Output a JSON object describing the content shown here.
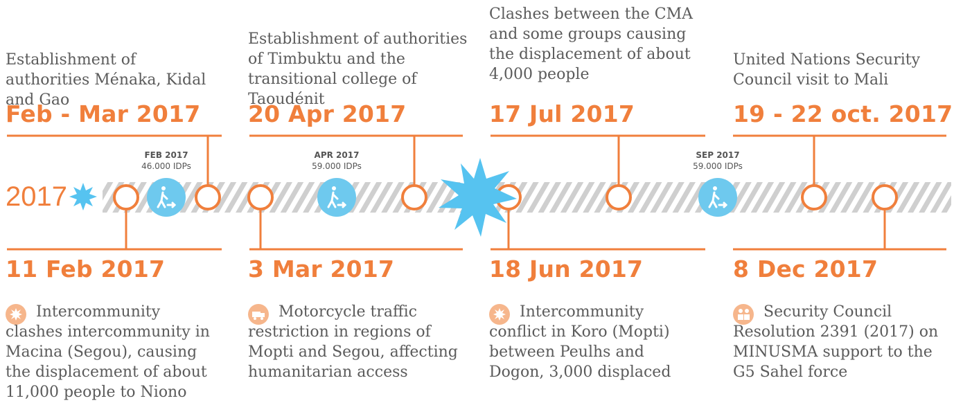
{
  "timeline": {
    "year_label": "2017",
    "colors": {
      "accent": "#f07f3c",
      "idp": "#6ec9ee",
      "text": "#5b5b5b",
      "stripe": "#d0d0d0",
      "icon_bg": "#f6b68c"
    }
  },
  "top_events": [
    {
      "description": "Establishment of authorities Ménaka, Kidal and Gao",
      "date": "Feb - Mar 2017"
    },
    {
      "description": "Establishment of authorities of Timbuktu and the transitional college of Taoudénit",
      "date": "20 Apr 2017"
    },
    {
      "description": "Clashes between the CMA and some groups causing the displacement of about 4,000 people",
      "date": "17 Jul 2017"
    },
    {
      "description": "United Nations Security Council visit to Mali",
      "date": "19 - 22 oct. 2017"
    }
  ],
  "bottom_events": [
    {
      "date": "11 Feb 2017",
      "description": "Intercommunity clashes intercommunity in Macina (Segou), causing the displacement of about 11,000 people to Niono",
      "icon": "explosion-icon"
    },
    {
      "date": "3 Mar 2017",
      "description": "Motorcycle traffic restriction in regions of Mopti and Segou, affecting humanitarian access",
      "icon": "truck-icon"
    },
    {
      "date": "18 Jun 2017",
      "description": "Intercommunity conflict in Koro (Mopti) between Peulhs and Dogon, 3,000 displaced",
      "icon": "explosion-icon"
    },
    {
      "date": "8 Dec 2017",
      "description": "Security Council Resolution 2391 (2017) on MINUSMA support to the G5 Sahel force",
      "icon": "meeting-icon"
    }
  ],
  "idp_markers": [
    {
      "title": "FEB 2017",
      "count": "46.000 IDPs",
      "icon": "walking-person-icon"
    },
    {
      "title": "APR 2017",
      "count": "59.000 IDPs",
      "icon": "walking-person-icon"
    },
    {
      "title": "SEP 2017",
      "count": "59.000 IDPs",
      "icon": "walking-person-icon"
    }
  ]
}
